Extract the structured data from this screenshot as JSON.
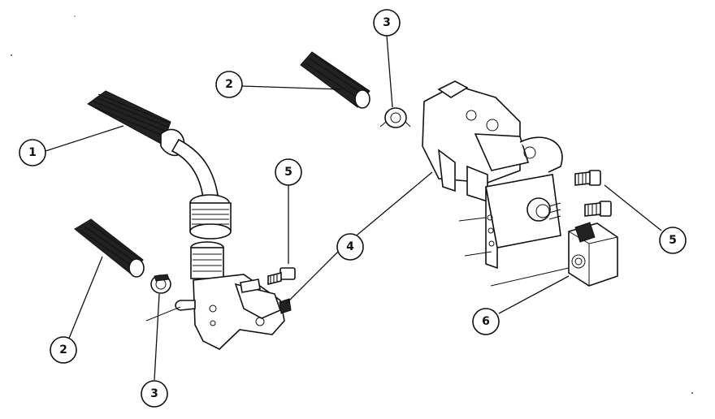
{
  "diagram": {
    "callouts": [
      {
        "id": "c1",
        "label": "1"
      },
      {
        "id": "c2a",
        "label": "2"
      },
      {
        "id": "c2b",
        "label": "2"
      },
      {
        "id": "c3a",
        "label": "3"
      },
      {
        "id": "c3b",
        "label": "3"
      },
      {
        "id": "c4",
        "label": "4"
      },
      {
        "id": "c5a",
        "label": "5"
      },
      {
        "id": "c5b",
        "label": "5"
      },
      {
        "id": "c6",
        "label": "6"
      }
    ],
    "line_color": "#111111",
    "background": "#ffffff"
  }
}
